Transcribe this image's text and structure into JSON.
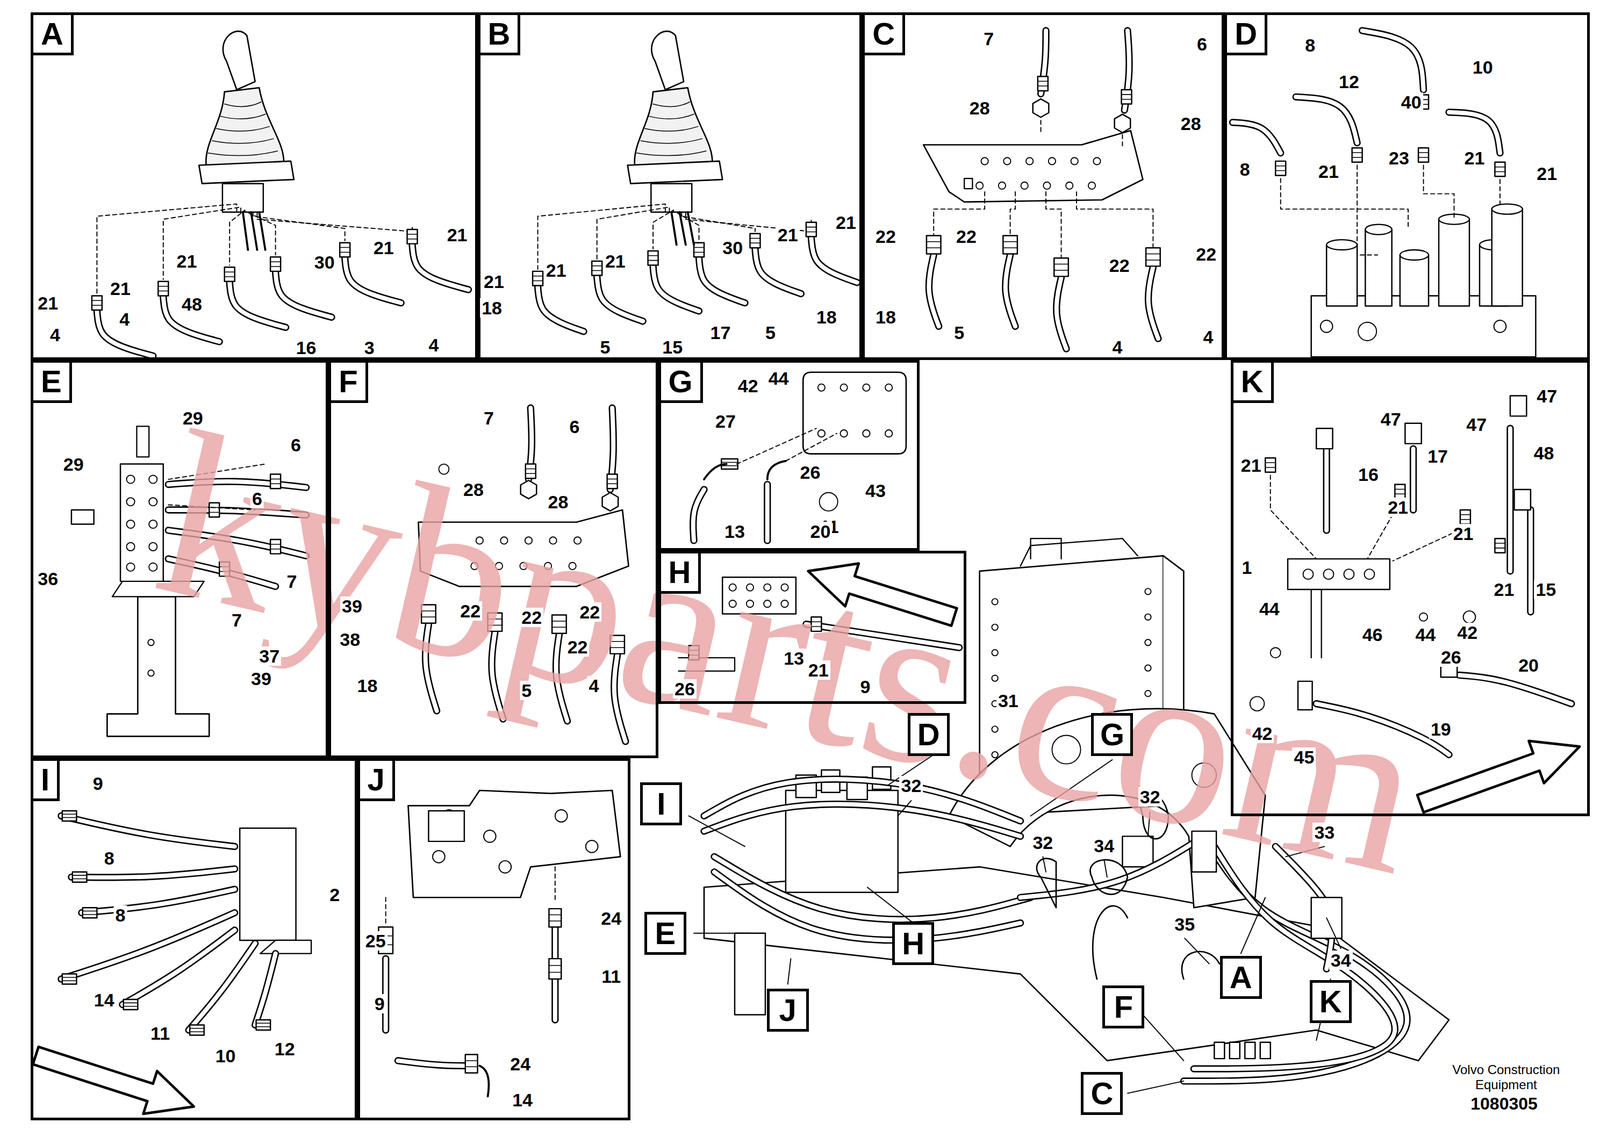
{
  "diagram": {
    "nodes": [
      {
        "text": [
          "A"
        ]
      },
      {
        "text": [
          "B"
        ]
      },
      {
        "text": [
          "C"
        ]
      },
      {
        "text": [
          "D"
        ]
      },
      {
        "text": [
          "E"
        ]
      },
      {
        "text": [
          "F"
        ]
      },
      {
        "text": [
          "G"
        ]
      },
      {
        "text": [
          "H"
        ]
      },
      {
        "text": [
          "K"
        ]
      },
      {
        "text": [
          "I"
        ]
      },
      {
        "text": [
          "J"
        ]
      },
      {
        "text": [
          "D"
        ]
      },
      {
        "text": [
          "G"
        ]
      },
      {
        "text": [
          "I"
        ]
      },
      {
        "text": [
          "E"
        ]
      },
      {
        "text": [
          "H"
        ]
      },
      {
        "text": [
          "J"
        ]
      },
      {
        "text": [
          "A"
        ]
      },
      {
        "text": [
          "F"
        ]
      },
      {
        "text": [
          "K"
        ]
      },
      {
        "text": [
          "C"
        ]
      }
    ],
    "labels": [
      "21",
      "21",
      "30",
      "21",
      "21",
      "21",
      "4",
      "4",
      "48",
      "16",
      "3",
      "4",
      "21",
      "21",
      "30",
      "21",
      "21",
      "21",
      "18",
      "5",
      "15",
      "17",
      "5",
      "18",
      "7",
      "6",
      "28",
      "28",
      "22",
      "22",
      "22",
      "22",
      "18",
      "5",
      "4",
      "4",
      "8",
      "12",
      "40",
      "10",
      "8",
      "21",
      "23",
      "21",
      "21",
      "29",
      "29",
      "6",
      "6",
      "36",
      "7",
      "7",
      "37",
      "39",
      "7",
      "6",
      "28",
      "28",
      "39",
      "38",
      "22",
      "22",
      "22",
      "22",
      "18",
      "5",
      "4",
      "42",
      "44",
      "27",
      "26",
      "41",
      "43",
      "13",
      "20",
      "13",
      "21",
      "9",
      "26",
      "47",
      "47",
      "47",
      "21",
      "16",
      "17",
      "48",
      "21",
      "21",
      "1",
      "21",
      "15",
      "44",
      "44",
      "42",
      "46",
      "26",
      "20",
      "42",
      "45",
      "19",
      "9",
      "8",
      "8",
      "2",
      "14",
      "11",
      "10",
      "12",
      "24",
      "25",
      "11",
      "9",
      "24",
      "14",
      "32",
      "31",
      "32",
      "32",
      "34",
      "33",
      "35",
      "34",
      "kybparts.com",
      "Volvo Construction Equipment",
      "1080305"
    ]
  }
}
